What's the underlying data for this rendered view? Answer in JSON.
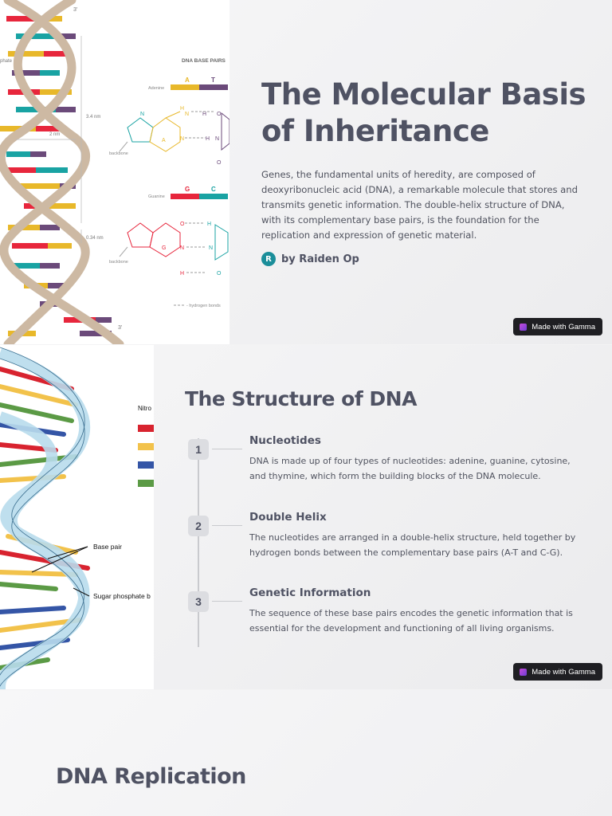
{
  "slide1": {
    "title": "The Molecular Basis of Inheritance",
    "intro": " Genes, the fundamental units of heredity, are composed of deoxyribonucleic acid (DNA), a remarkable molecule that stores and transmits genetic information. The double-helix structure of DNA, with its complementary base pairs, is the foundation for the replication and expression of genetic material.",
    "author": {
      "initial": "R",
      "name": "by Raiden Op"
    },
    "badge": "Made with Gamma",
    "figure": {
      "heading": "DNA BASE PAIRS",
      "adenine": "Adenine",
      "guanine": "Guanine",
      "a": "A",
      "t": "T",
      "g": "G",
      "c": "C",
      "backbone": "backbone",
      "h": "H",
      "n": "N",
      "o": "O",
      "dim1": "3.4 nm",
      "dim2": "2 nm",
      "dim3": "0.34 nm",
      "five_prime": "3'",
      "three_prime": "3'",
      "phosphate": "phate",
      "hydrogen_bonds": "- hydrogen bonds"
    }
  },
  "slide2": {
    "title": "The Structure of DNA",
    "figure": {
      "legend_title": "Nitro",
      "base_pair": "Base pair",
      "sugar": "Sugar phosphate b"
    },
    "steps": [
      {
        "num": "1",
        "title": "Nucleotides",
        "desc": "DNA is made up of four types of nucleotides: adenine, guanine, cytosine, and thymine, which form the building blocks of the DNA molecule."
      },
      {
        "num": "2",
        "title": "Double Helix",
        "desc": "The nucleotides are arranged in a double-helix structure, held together by hydrogen bonds between the complementary base pairs (A-T and C-G)."
      },
      {
        "num": "3",
        "title": "Genetic Information",
        "desc": "The sequence of these base pairs encodes the genetic information that is essential for the development and functioning of all living organisms."
      }
    ],
    "badge": "Made with Gamma"
  },
  "slide3": {
    "title": "DNA Replication"
  },
  "colors": {
    "adenine": "#e8b82a",
    "thymine": "#6b4a7a",
    "guanine": "#e7263c",
    "cytosine": "#19a3a3",
    "red": "#d8232f",
    "yellow": "#f2c24b",
    "blue": "#3455a6",
    "green": "#5b9a45",
    "helix_backbone": "#cdb9a3",
    "helix_ribbon": "#b9dced"
  }
}
